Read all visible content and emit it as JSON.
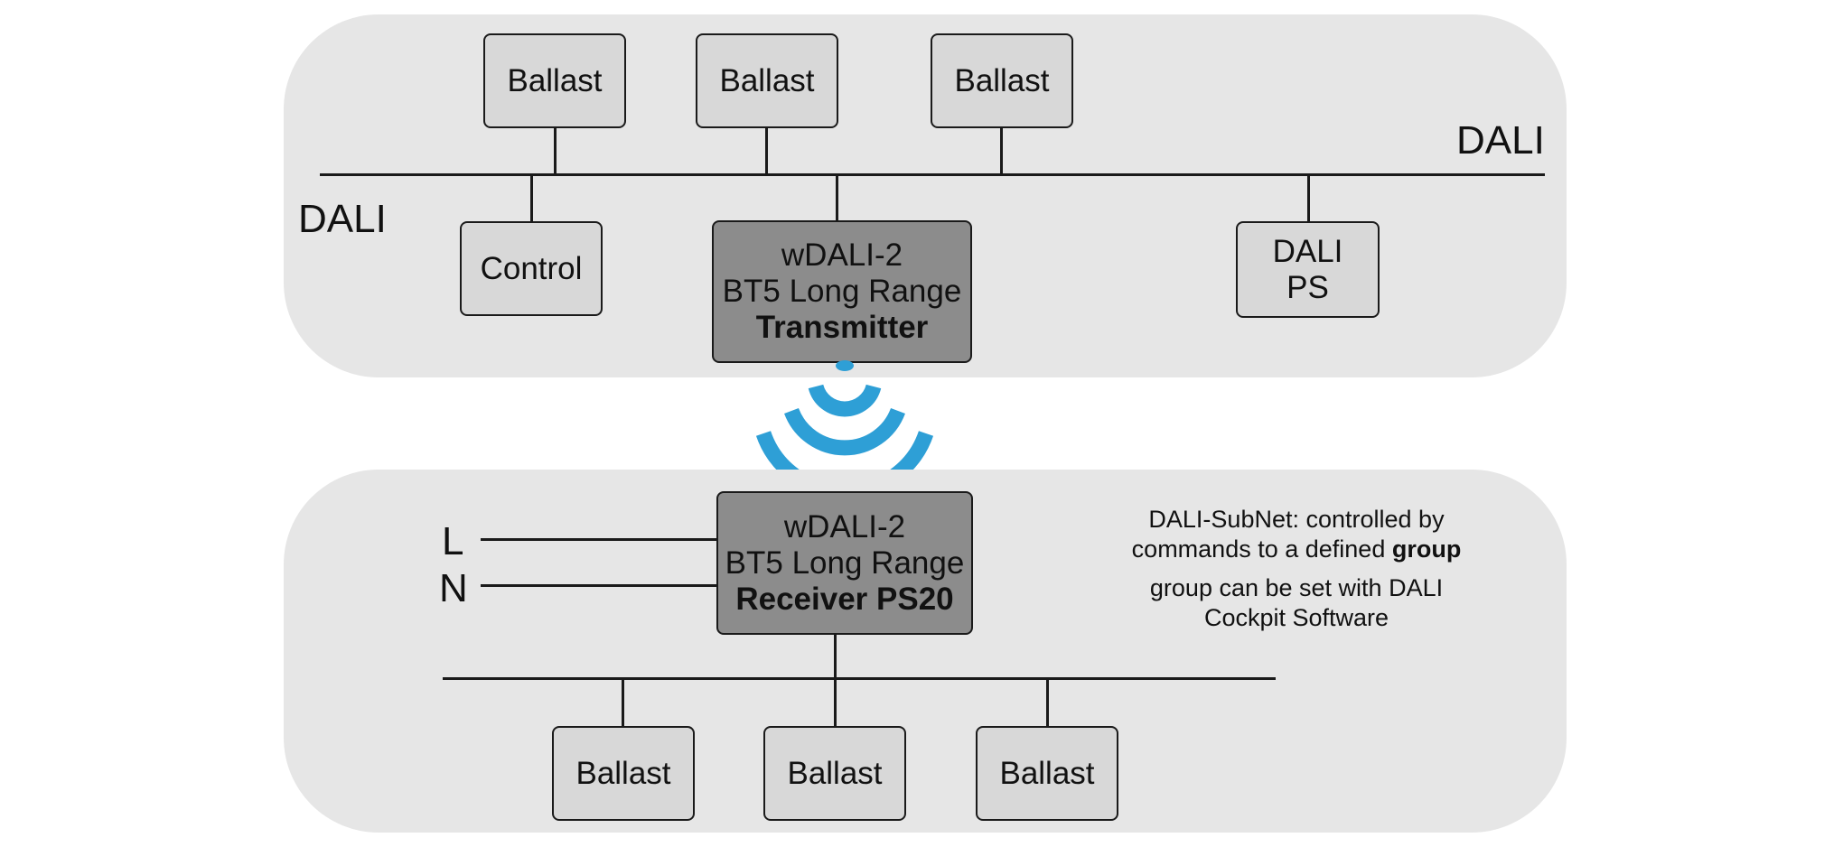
{
  "top": {
    "bus_label_right": "DALI",
    "bus_label_left": "DALI",
    "ballasts": [
      "Ballast",
      "Ballast",
      "Ballast"
    ],
    "control": "Control",
    "power_supply": [
      "DALI",
      "PS"
    ],
    "transmitter": [
      "wDALI-2",
      "BT5 Long Range",
      "Transmitter"
    ]
  },
  "bottom": {
    "receiver": [
      "wDALI-2",
      "BT5 Long Range",
      "Receiver PS20"
    ],
    "mains_l": "L",
    "mains_n": "N",
    "note": {
      "line1": "DALI-SubNet: controlled by",
      "line2_prefix": "commands to a defined ",
      "line2_bold": "group",
      "line3": "group can be set with DALI",
      "line4": "Cockpit Software"
    },
    "ballasts": [
      "Ballast",
      "Ballast",
      "Ballast"
    ]
  },
  "colors": {
    "panel": "#e6e6e6",
    "device_box": "#d8d8d8",
    "wdali_box": "#8c8c8c",
    "wireless_signal": "#2e9fd6"
  },
  "icons": [
    "wireless-signal-icon"
  ]
}
